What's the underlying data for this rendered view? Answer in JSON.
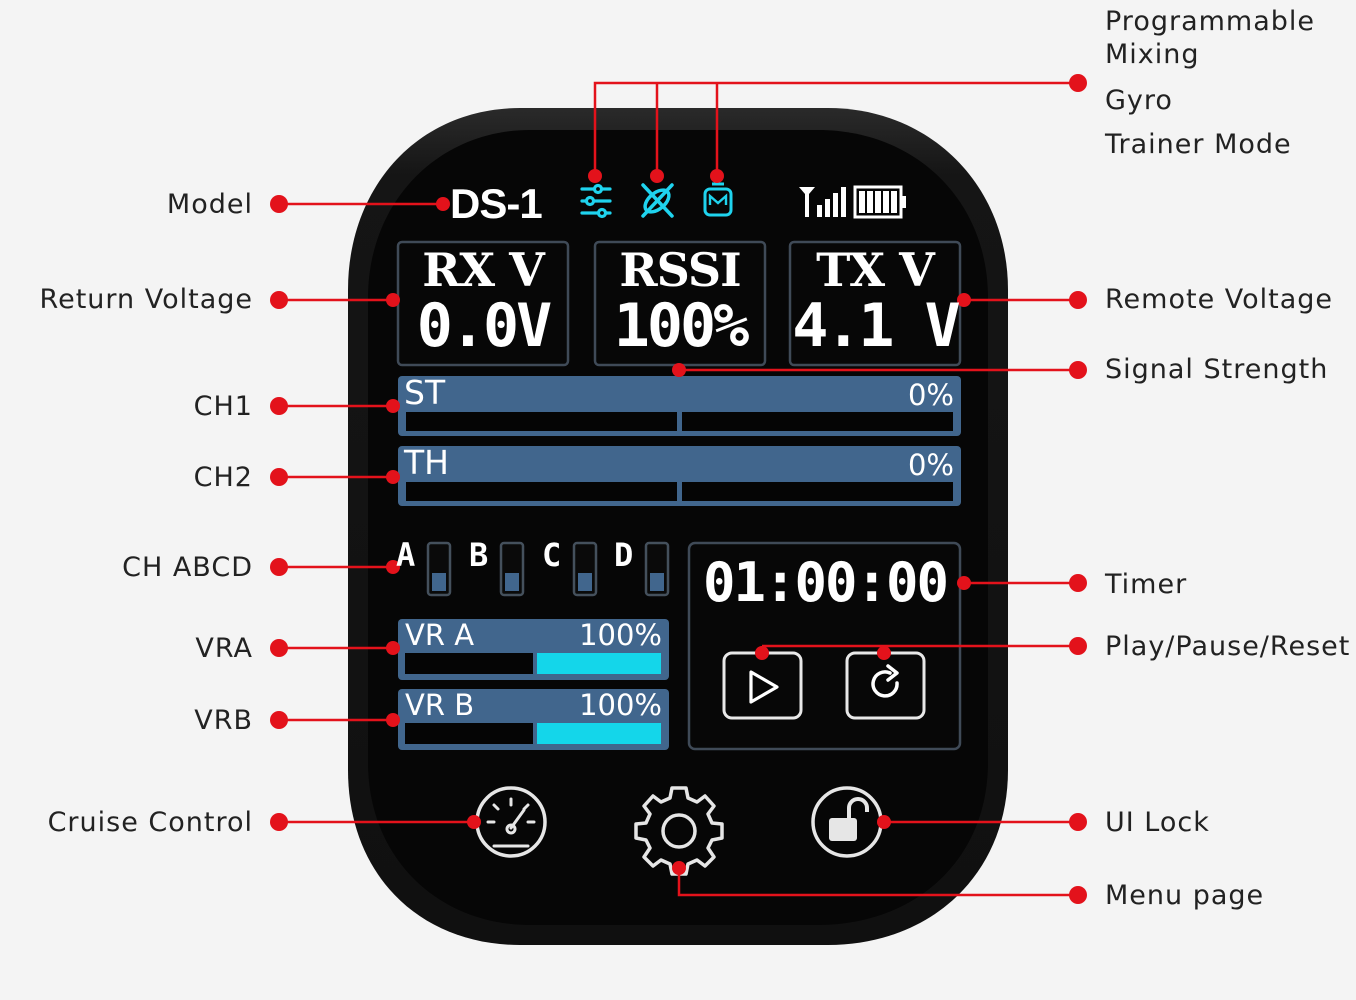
{
  "colors": {
    "callout": "#e3121b",
    "device_body": "#141414",
    "screen": "#060606",
    "cyan_icon": "#1fd3ee",
    "bar_blue": "#41668d",
    "fill_cyan": "#14d6ea"
  },
  "labels": {
    "programmable_mixing": [
      "Programmable",
      "Mixing"
    ],
    "gyro": "Gyro",
    "trainer_mode": "Trainer Mode",
    "model": "Model",
    "return_voltage": "Return Voltage",
    "remote_voltage": "Remote Voltage",
    "signal_strength": "Signal Strength",
    "ch1": "CH1",
    "ch2": "CH2",
    "ch_abcd": "CH ABCD",
    "timer": "Timer",
    "vra": "VRA",
    "vrb": "VRB",
    "play_pause_reset": "Play/Pause/Reset",
    "cruise_control": "Cruise Control",
    "ui_lock": "UI Lock",
    "menu_page": "Menu page"
  },
  "screen": {
    "model_name": "DS-1",
    "icons": {
      "mixing": "mixing-icon",
      "gyro": "gyro-icon",
      "trainer": "trainer-mode-icon",
      "signal": "signal-antenna-icon",
      "battery": "battery-icon"
    },
    "battery_level": 1.0,
    "signal_bars": 4,
    "rx": {
      "title": "RX V",
      "value": "0.0V"
    },
    "rssi": {
      "title": "RSSI",
      "value": "100%"
    },
    "tx": {
      "title": "TX V",
      "value": "4.1 V"
    },
    "channels": [
      {
        "name": "ST",
        "percent": "0%",
        "level": 0
      },
      {
        "name": "TH",
        "percent": "0%",
        "level": 0
      }
    ],
    "switches": [
      {
        "name": "A",
        "level": 0.45
      },
      {
        "name": "B",
        "level": 0.45
      },
      {
        "name": "C",
        "level": 0.45
      },
      {
        "name": "D",
        "level": 0.45
      }
    ],
    "vr": [
      {
        "name": "VR A",
        "percent": "100%",
        "level": 1.0
      },
      {
        "name": "VR B",
        "percent": "100%",
        "level": 1.0
      }
    ],
    "timer": "01:00:00",
    "buttons": {
      "play": "play-icon",
      "reset": "reset-icon",
      "cruise": "speedometer-icon",
      "menu": "gear-icon",
      "lock": "unlock-icon"
    }
  }
}
